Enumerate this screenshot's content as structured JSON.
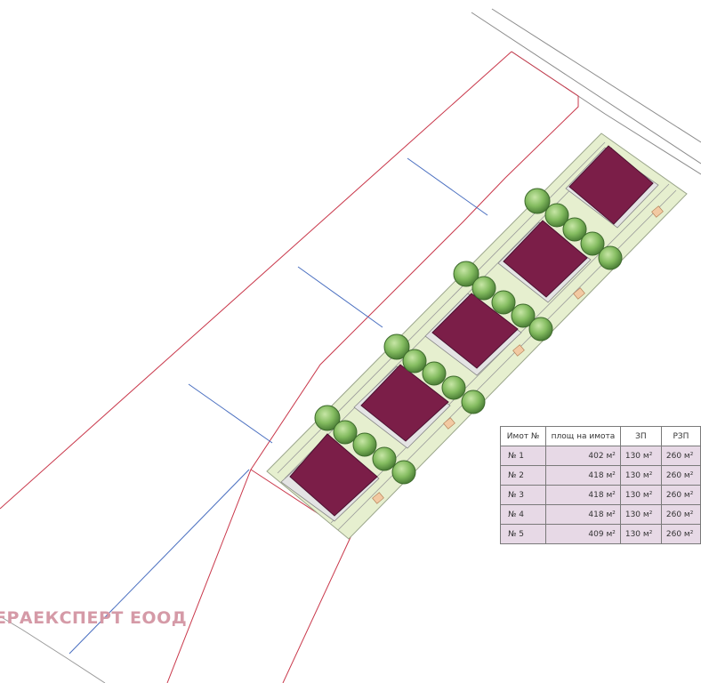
{
  "plot_table": {
    "headers": [
      "Имот №",
      "площ на имота",
      "ЗП",
      "РЗП"
    ],
    "rows": [
      [
        "№ 1",
        "402 м²",
        "130 м²",
        "260 м²"
      ],
      [
        "№ 2",
        "418 м²",
        "130 м²",
        "260 м²"
      ],
      [
        "№ 3",
        "418 м²",
        "130 м²",
        "260 м²"
      ],
      [
        "№ 4",
        "418 м²",
        "130 м²",
        "260 м²"
      ],
      [
        "№ 5",
        "409 м²",
        "130 м²",
        "260 м²"
      ]
    ]
  },
  "watermark": "ЕРАЕКСПЕРТ ЕООД",
  "colors": {
    "building": "#7b1e48",
    "garden": "#e6efcf",
    "tree": "#84bc60",
    "plot_boundary": "#c9384b",
    "subdivision": "#4a6fc0",
    "table_fill": "#e7d9e6",
    "watermark": "#d59aa7"
  }
}
